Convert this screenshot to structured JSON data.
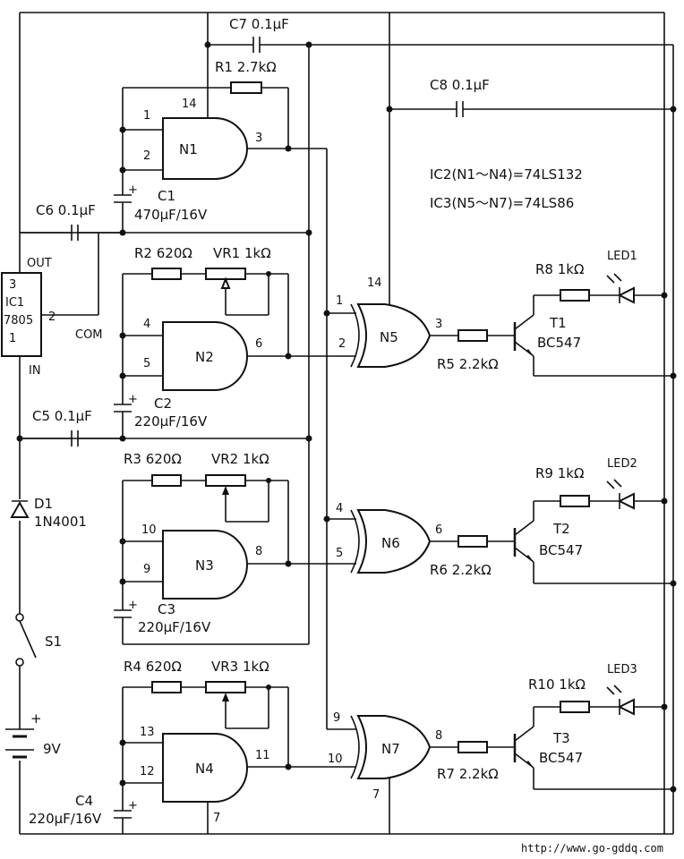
{
  "ic_notes": {
    "ic2": "IC2(N1～N4)=74LS132",
    "ic3": "IC3(N5～N7)=74LS86"
  },
  "regulator": {
    "in_pin": "3",
    "name1": "IC1",
    "name2": "7805",
    "com_pin": "2",
    "gnd_pin": "1",
    "out_label": "OUT",
    "com_label": "COM",
    "in_label": "IN"
  },
  "nand_gates": [
    {
      "name": "N1",
      "in_a": "1",
      "in_b": "2",
      "out": "3",
      "vcc": "14"
    },
    {
      "name": "N2",
      "in_a": "4",
      "in_b": "5",
      "out": "6"
    },
    {
      "name": "N3",
      "in_a": "10",
      "in_b": "9",
      "out": "8"
    },
    {
      "name": "N4",
      "in_a": "13",
      "in_b": "12",
      "out": "11",
      "gnd": "7"
    }
  ],
  "xor_gates": [
    {
      "name": "N5",
      "in_a": "1",
      "in_b": "2",
      "out": "3",
      "vcc": "14"
    },
    {
      "name": "N6",
      "in_a": "4",
      "in_b": "5",
      "out": "6"
    },
    {
      "name": "N7",
      "in_a": "9",
      "in_b": "10",
      "out": "8",
      "gnd": "7"
    }
  ],
  "resistors": {
    "r1": "R1  2.7kΩ",
    "r2": "R2  620Ω",
    "vr1": "VR1  1kΩ",
    "r3": "R3  620Ω",
    "vr2": "VR2  1kΩ",
    "r4": "R4  620Ω",
    "vr3": "VR3  1kΩ",
    "r5": "R5  2.2kΩ",
    "r6": "R6  2.2kΩ",
    "r7": "R7  2.2kΩ",
    "r8": "R8  1kΩ",
    "r9": "R9  1kΩ",
    "r10": "R10  1kΩ"
  },
  "capacitors": {
    "c1_name": "C1",
    "c1_value": "470μF/16V",
    "c2_name": "C2",
    "c2_value": "220μF/16V",
    "c3_name": "C3",
    "c3_value": "220μF/16V",
    "c4_name": "C4",
    "c4_value": "220μF/16V",
    "c5": "C5  0.1μF",
    "c6": "C6  0.1μF",
    "c7": "C7  0.1μF",
    "c8": "C8  0.1μF"
  },
  "transistors": [
    {
      "name": "T1",
      "type": "BC547"
    },
    {
      "name": "T2",
      "type": "BC547"
    },
    {
      "name": "T3",
      "type": "BC547"
    }
  ],
  "leds": [
    "LED1",
    "LED2",
    "LED3"
  ],
  "diode": {
    "name": "D1",
    "type": "1N4001"
  },
  "switch": "S1",
  "battery": {
    "plus": "+",
    "voltage": "9V"
  },
  "plus_sign": "+",
  "watermark": "http://www.go-gddq.com"
}
